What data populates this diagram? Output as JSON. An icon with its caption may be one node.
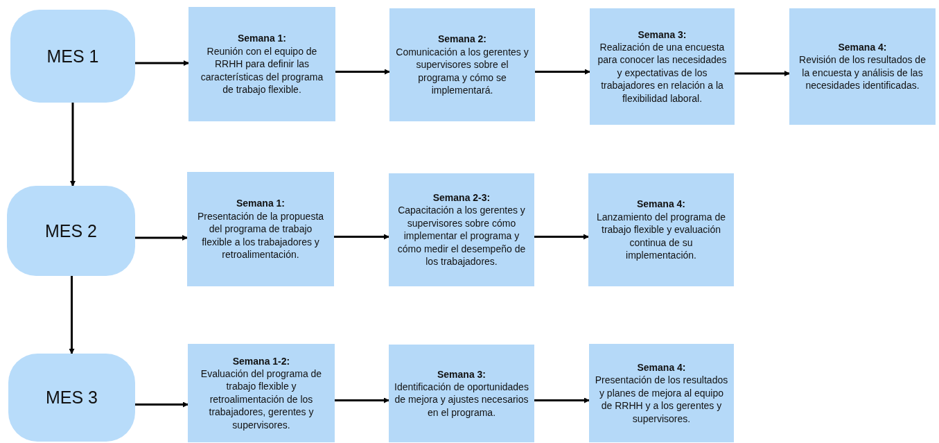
{
  "diagram": {
    "nodes": [
      {
        "text": [
          "MES 1"
        ]
      },
      {
        "text": [
          "Semana 1:",
          "Reunión con el equipo de RRHH para definir las características del programa de trabajo flexible."
        ]
      },
      {
        "text": [
          "Semana 2:",
          "Comunicación a los gerentes y supervisores sobre el programa y cómo se implementará."
        ]
      },
      {
        "text": [
          "Semana 3:",
          "Realización de una encuesta para conocer las necesidades y expectativas de los trabajadores en relación a la flexibilidad laboral."
        ]
      },
      {
        "text": [
          "Semana 4:",
          "Revisión de los resultados de la encuesta y análisis de las necesidades identificadas."
        ]
      },
      {
        "text": [
          "MES 2"
        ]
      },
      {
        "text": [
          "Semana 1:",
          "Presentación de la propuesta del programa de trabajo flexible a los trabajadores y retroalimentación."
        ]
      },
      {
        "text": [
          "Semana 2-3:",
          "Capacitación a los gerentes y supervisores sobre cómo implementar el programa y cómo medir el desempeño de los trabajadores."
        ]
      },
      {
        "text": [
          "Semana 4:",
          "Lanzamiento del programa de trabajo flexible y evaluación continua de su implementación."
        ]
      },
      {
        "text": [
          "MES 3"
        ]
      },
      {
        "text": [
          "Semana 1-2:",
          "Evaluación del programa de trabajo flexible y retroalimentación de los trabajadores, gerentes y supervisores."
        ]
      },
      {
        "text": [
          "Semana 3:",
          "Identificación de oportunidades de mejora y ajustes necesarios en el programa."
        ]
      },
      {
        "text": [
          "Semana 4:",
          "Presentación de los resultados y planes de mejora al equipo de RRHH y a los gerentes y supervisores."
        ]
      }
    ],
    "edges": [
      {
        "from": 0,
        "to": 1,
        "arrow": "to"
      },
      {
        "from": 1,
        "to": 2,
        "arrow": "to"
      },
      {
        "from": 2,
        "to": 3,
        "arrow": "to"
      },
      {
        "from": 3,
        "to": 4,
        "arrow": "to"
      },
      {
        "from": 0,
        "to": 5,
        "arrow": "to"
      },
      {
        "from": 5,
        "to": 6,
        "arrow": "to"
      },
      {
        "from": 6,
        "to": 7,
        "arrow": "to"
      },
      {
        "from": 7,
        "to": 8,
        "arrow": "to"
      },
      {
        "from": 5,
        "to": 9,
        "arrow": "to"
      },
      {
        "from": 9,
        "to": 10,
        "arrow": "to"
      },
      {
        "from": 10,
        "to": 11,
        "arrow": "to"
      },
      {
        "from": 11,
        "to": 12,
        "arrow": "to"
      }
    ]
  }
}
